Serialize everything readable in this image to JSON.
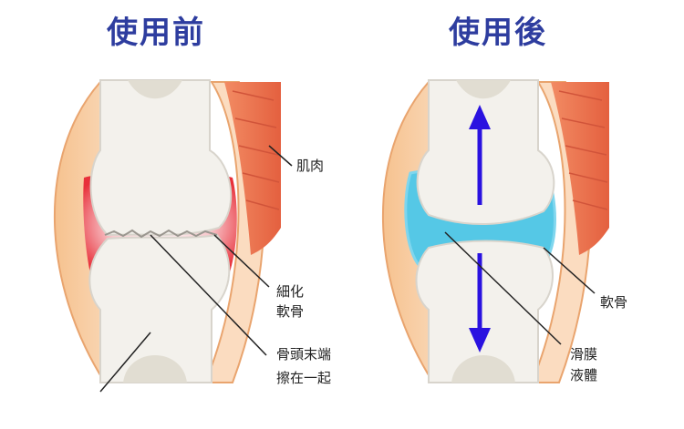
{
  "titles": {
    "before": "使用前",
    "after": "使用後"
  },
  "labels": {
    "muscle": "肌肉",
    "thin_cartilage_1": "細化",
    "thin_cartilage_2": "軟骨",
    "bone_rub_1": "骨頭末端",
    "bone_rub_2": "擦在一起",
    "cartilage": "軟骨",
    "synovial_1": "滑膜",
    "synovial_2": "液體"
  },
  "colors": {
    "title": "#2e3d9f",
    "inflammation": "#e8303a",
    "synovial_fluid": "#55c8e6",
    "arrow": "#2a12e0",
    "muscle": "#e86e4a",
    "bone": "#f1efea"
  }
}
